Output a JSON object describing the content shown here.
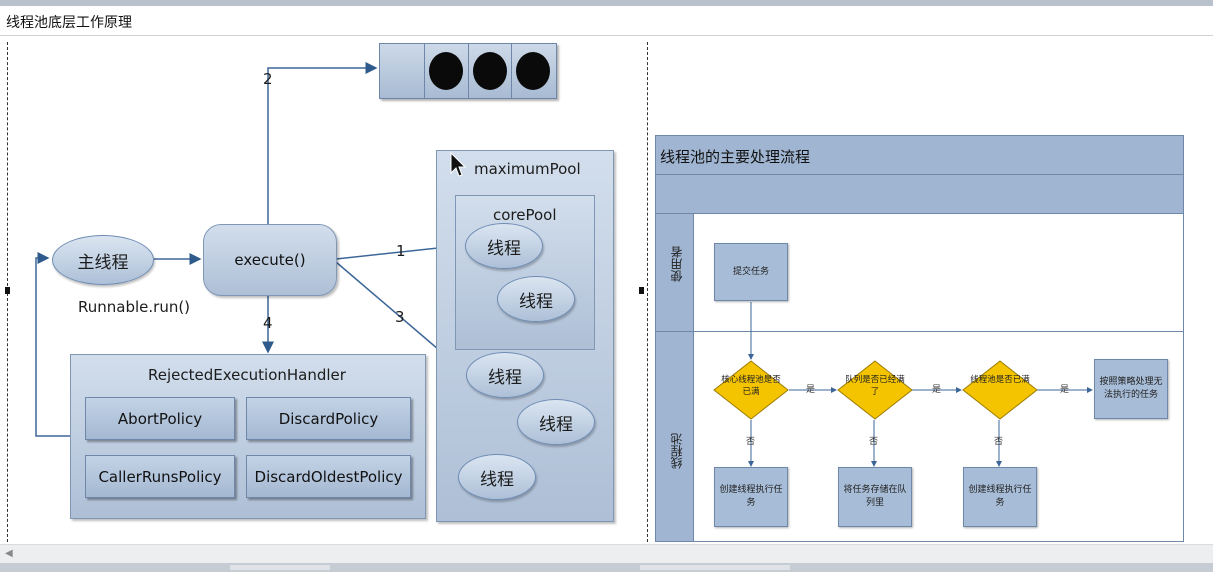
{
  "page": {
    "title": "线程池底层工作原理"
  },
  "left_diagram": {
    "main_thread": "主线程",
    "main_thread_caption": "Runnable.run()",
    "execute": "execute()",
    "maximum_pool": "maximumPool",
    "core_pool": "corePool",
    "thread_label": "线程",
    "rejected_handler": "RejectedExecutionHandler",
    "policies": [
      "AbortPolicy",
      "DiscardPolicy",
      "CallerRunsPolicy",
      "DiscardOldestPolicy"
    ],
    "edge_labels": {
      "to_core": "1",
      "to_queue": "2",
      "to_max": "3",
      "to_reject": "4"
    },
    "queue_filled_slots": 3
  },
  "flow_panel": {
    "title": "线程池的主要处理流程",
    "lane_user": "使用者",
    "lane_pool": "线程池",
    "submit_task": "提交任务",
    "decision_core": "核心线程池是否已满",
    "decision_queue": "队列是否已经满了",
    "decision_pool": "线程池是否已满",
    "reject_action": "按照策略处理无法执行的任务",
    "create_thread_1": "创建线程执行任务",
    "store_queue": "将任务存储在队列里",
    "create_thread_2": "创建线程执行任务",
    "yes": "是",
    "no": "否",
    "colors": {
      "decision_fill": "#f5c400",
      "box_fill": "#a7bcd7",
      "header_fill": "#9fb5d1"
    }
  }
}
